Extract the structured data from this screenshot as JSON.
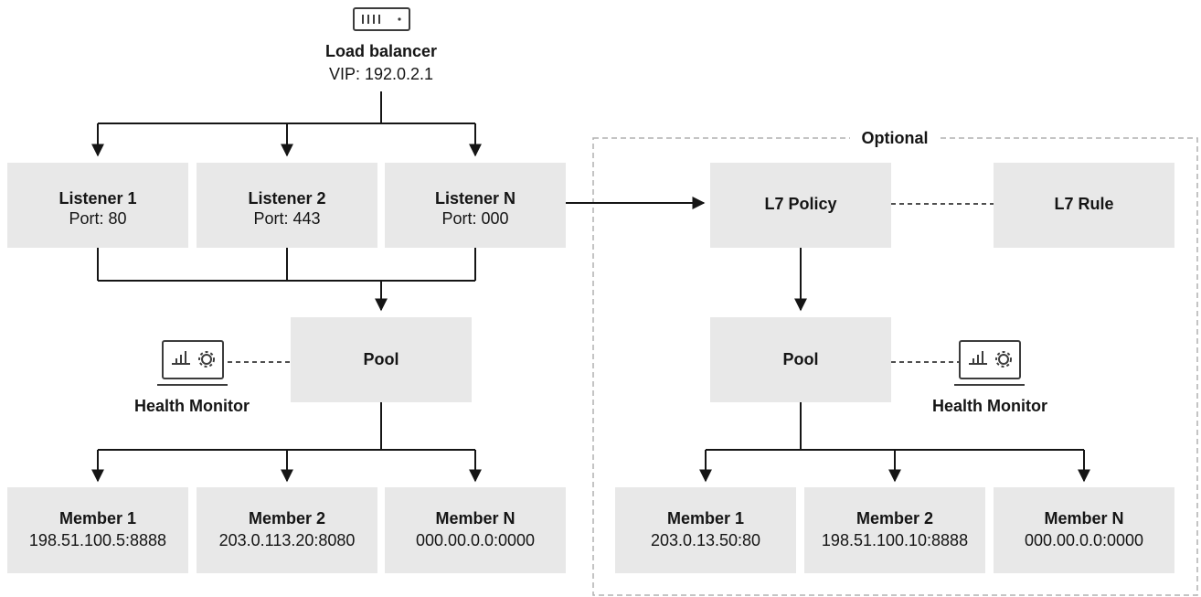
{
  "load_balancer": {
    "title": "Load balancer",
    "vip": "VIP: 192.0.2.1"
  },
  "optional_label": "Optional",
  "listeners": [
    {
      "title": "Listener 1",
      "port": "Port: 80"
    },
    {
      "title": "Listener 2",
      "port": "Port: 443"
    },
    {
      "title": "Listener N",
      "port": "Port: 000"
    }
  ],
  "left": {
    "pool": "Pool",
    "health_monitor": "Health Monitor",
    "members": [
      {
        "title": "Member 1",
        "addr": "198.51.100.5:8888"
      },
      {
        "title": "Member 2",
        "addr": "203.0.113.20:8080"
      },
      {
        "title": "Member N",
        "addr": "000.00.0.0:0000"
      }
    ]
  },
  "right": {
    "l7_policy": "L7 Policy",
    "l7_rule": "L7 Rule",
    "pool": "Pool",
    "health_monitor": "Health Monitor",
    "members": [
      {
        "title": "Member 1",
        "addr": "203.0.13.50:80"
      },
      {
        "title": "Member 2",
        "addr": "198.51.100.10:8888"
      },
      {
        "title": "Member N",
        "addr": "000.00.0.0:0000"
      }
    ]
  },
  "icons": {
    "load_balancer": "server-icon",
    "health_monitor": "monitor-gear-icon"
  }
}
